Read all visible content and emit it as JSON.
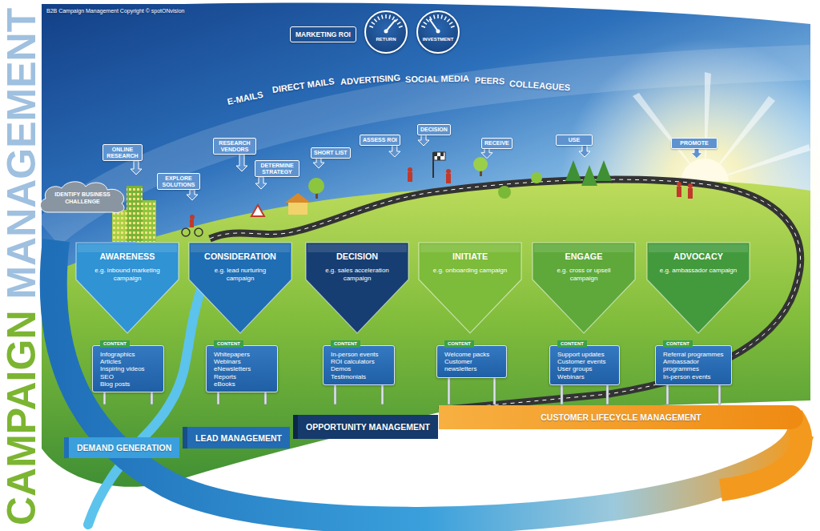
{
  "diagram": {
    "title": "CAMPAIGN MANAGEMENT",
    "nodes": [
      {
        "text": [
          "MARKETING ROI"
        ]
      },
      {
        "text": [
          "RETURN"
        ]
      },
      {
        "text": [
          "INVESTMENT"
        ]
      },
      {
        "text": [
          "IDENTIFY BUSINESS CHALLENGE"
        ]
      },
      {
        "text": [
          "ONLINE RESEARCH"
        ]
      },
      {
        "text": [
          "EXPLORE SOLUTIONS"
        ]
      },
      {
        "text": [
          "RESEARCH VENDORS"
        ]
      },
      {
        "text": [
          "DETERMINE STRATEGY"
        ]
      },
      {
        "text": [
          "SHORT LIST"
        ]
      },
      {
        "text": [
          "ASSESS ROI"
        ]
      },
      {
        "text": [
          "DECISION"
        ]
      },
      {
        "text": [
          "RECEIVE"
        ]
      },
      {
        "text": [
          "USE"
        ]
      },
      {
        "text": [
          "PROMOTE"
        ]
      },
      {
        "text": [
          "AWARENESS",
          "e.g. inbound marketing campaign"
        ]
      },
      {
        "text": [
          "CONSIDERATION",
          "e.g. lead nurturing campaign"
        ]
      },
      {
        "text": [
          "DECISION",
          "e.g. sales acceleration campaign"
        ]
      },
      {
        "text": [
          "INITIATE",
          "e.g. onboarding campaign"
        ]
      },
      {
        "text": [
          "ENGAGE",
          "e.g. cross or upsell campaign"
        ]
      },
      {
        "text": [
          "ADVOCACY",
          "e.g. ambassador campaign"
        ]
      },
      {
        "text": [
          "CONTENT",
          "Infographics",
          "Articles",
          "Inspiring videos",
          "SEO",
          "Blog posts"
        ]
      },
      {
        "text": [
          "CONTENT",
          "Whitepapers",
          "Webinars",
          "eNewsletters",
          "Reports",
          "eBooks"
        ]
      },
      {
        "text": [
          "CONTENT",
          "In-person events",
          "ROI calculators",
          "Demos",
          "Testimonials"
        ]
      },
      {
        "text": [
          "CONTENT",
          "Welcome packs",
          "Customer newsletters"
        ]
      },
      {
        "text": [
          "CONTENT",
          "Support updates",
          "Customer events",
          "User groups",
          "Webinars"
        ]
      },
      {
        "text": [
          "CONTENT",
          "Referral programmes",
          "Ambassador programmes",
          "In-person events"
        ]
      },
      {
        "text": [
          "DEMAND GENERATION"
        ]
      },
      {
        "text": [
          "LEAD MANAGEMENT"
        ]
      },
      {
        "text": [
          "OPPORTUNITY MANAGEMENT"
        ]
      },
      {
        "text": [
          "CUSTOMER LIFECYCLE MANAGEMENT"
        ]
      }
    ],
    "labels": [
      "B2B Campaign Management Copyright © spotONvision",
      "E-MAILS",
      "DIRECT MAILS",
      "ADVERTISING",
      "SOCIAL MEDIA",
      "PEERS",
      "COLLEAGUES"
    ]
  }
}
